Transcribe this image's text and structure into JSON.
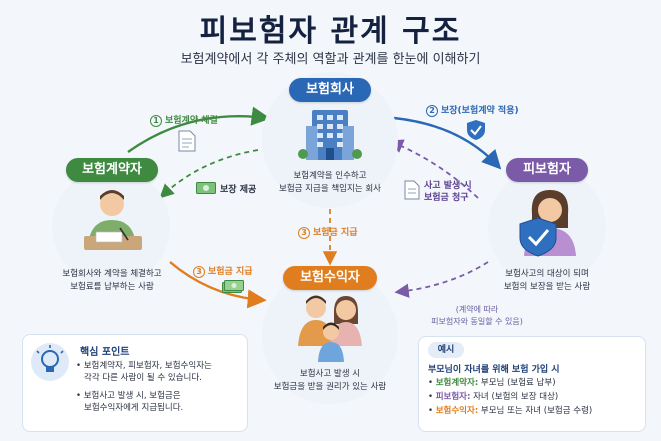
{
  "header": {
    "title": "피보험자 관계 구조",
    "subtitle": "보험계약에서 각 주체의 역할과 관계를 한눈에 이해하기"
  },
  "roles": {
    "insurer": {
      "label": "보험회사",
      "desc": [
        "보험계약을 인수하고",
        "보험금 지급을 책임지는 회사"
      ],
      "color": "#2a68b5"
    },
    "policyholder": {
      "label": "보험계약자",
      "desc": [
        "보험회사와 계약을 체결하고",
        "보험료를 납부하는 사람"
      ],
      "color": "#3f8a41"
    },
    "insured": {
      "label": "피보험자",
      "desc": [
        "보험사고의 대상이 되며",
        "보험의 보장을 받는 사람"
      ],
      "color": "#7b5aa8"
    },
    "beneficiary": {
      "label": "보험수익자",
      "desc": [
        "보험사고 발생 시",
        "보험금을 받을 권리가 있는 사람"
      ],
      "color": "#e07d1f"
    }
  },
  "flows": {
    "contract": {
      "num": "1",
      "text": "보험계약 체결"
    },
    "coverage_provide": {
      "text": "보장 제공"
    },
    "coverage": {
      "num": "2",
      "text": "보장(보험계약 적용)"
    },
    "claim": {
      "lines": [
        "사고 발생 시",
        "보험금 청구"
      ]
    },
    "payout_down": {
      "num": "3",
      "text": "보험금 지급"
    },
    "payout_left": {
      "num": "3",
      "text": "보험금 지급"
    },
    "same_note": [
      "(계약에 따라",
      "피보험자와 동일할 수 있음)"
    ]
  },
  "key_points": {
    "title": "핵심 포인트",
    "items": [
      [
        "보험계약자, 피보험자, 보험수익자는",
        "각각 다른 사람이 될 수 있습니다."
      ],
      [
        "보험사고 발생 시, 보험금은",
        "보험수익자에게 지급됩니다."
      ]
    ]
  },
  "example": {
    "badge": "예시",
    "heading": "부모님이 자녀를 위해 보험 가입 시",
    "rows": [
      {
        "role": "보험계약자:",
        "value": "부모님 (보험료 납부)",
        "color": "#3f8a41"
      },
      {
        "role": "피보험자:",
        "value": "자녀 (보험의 보장 대상)",
        "color": "#7b5aa8"
      },
      {
        "role": "보험수익자:",
        "value": "부모님 또는 자녀 (보험금 수령)",
        "color": "#e07d1f"
      }
    ]
  },
  "icons": {
    "building": "building-icon",
    "document": "document-icon",
    "money": "money-icon",
    "shield": "shield-icon",
    "bulb": "lightbulb-icon"
  }
}
